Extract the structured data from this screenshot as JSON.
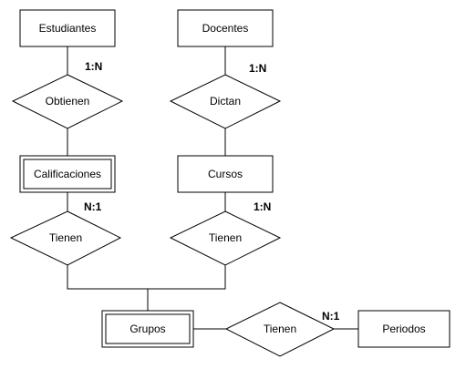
{
  "diagram": {
    "entities": {
      "estudiantes": "Estudiantes",
      "docentes": "Docentes",
      "calificaciones": "Calificaciones",
      "cursos": "Cursos",
      "grupos": "Grupos",
      "periodos": "Periodos"
    },
    "relationships": {
      "obtienen": "Obtienen",
      "dictan": "Dictan",
      "tienen_calificaciones": "Tienen",
      "tienen_cursos": "Tienen",
      "tienen_periodos": "Tienen"
    },
    "cardinalities": {
      "estudiantes_obtienen": "1:N",
      "docentes_dictan": "1:N",
      "calificaciones_tienen": "N:1",
      "cursos_tienen": "1:N",
      "tienen_periodos": "N:1"
    }
  }
}
